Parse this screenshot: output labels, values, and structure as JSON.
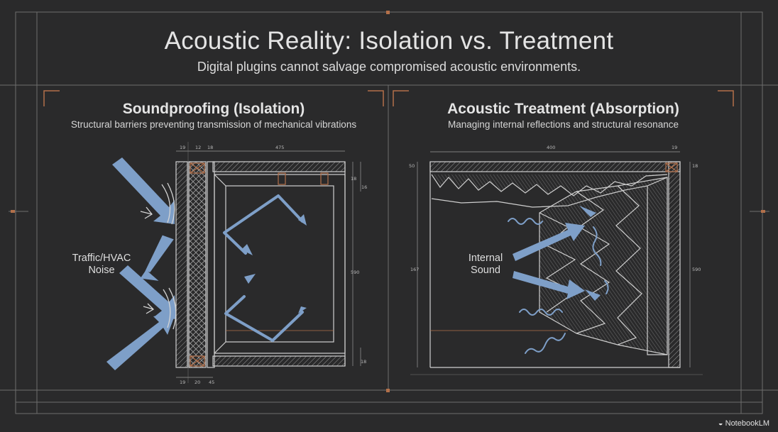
{
  "header": {
    "title": "Acoustic Reality: Isolation vs. Treatment",
    "subtitle": "Digital plugins cannot salvage compromised acoustic environments."
  },
  "left_panel": {
    "title": "Soundproofing (Isolation)",
    "subtitle": "Structural barriers preventing transmission of mechanical vibrations",
    "label_line1": "Traffic/HVAC",
    "label_line2": "Noise",
    "dims": {
      "d1": "19",
      "d2": "12",
      "d3": "18",
      "d4": "475",
      "d5": "18",
      "d6": "16",
      "d7": "590",
      "d8": "18",
      "d9": "19",
      "d10": "20",
      "d11": "45"
    }
  },
  "right_panel": {
    "title": "Acoustic Treatment (Absorption)",
    "subtitle": "Managing internal reflections and structural resonance",
    "label_line1": "Internal",
    "label_line2": "Sound",
    "dims": {
      "d1": "400",
      "d2": "19",
      "d3": "50",
      "d4": "18",
      "d5": "167",
      "d6": "590"
    }
  },
  "brand": "NotebookLM",
  "colors": {
    "background": "#2a2a2b",
    "arrow": "#7e9fc8",
    "accent": "#b3704a",
    "line": "#c8c8c8"
  }
}
